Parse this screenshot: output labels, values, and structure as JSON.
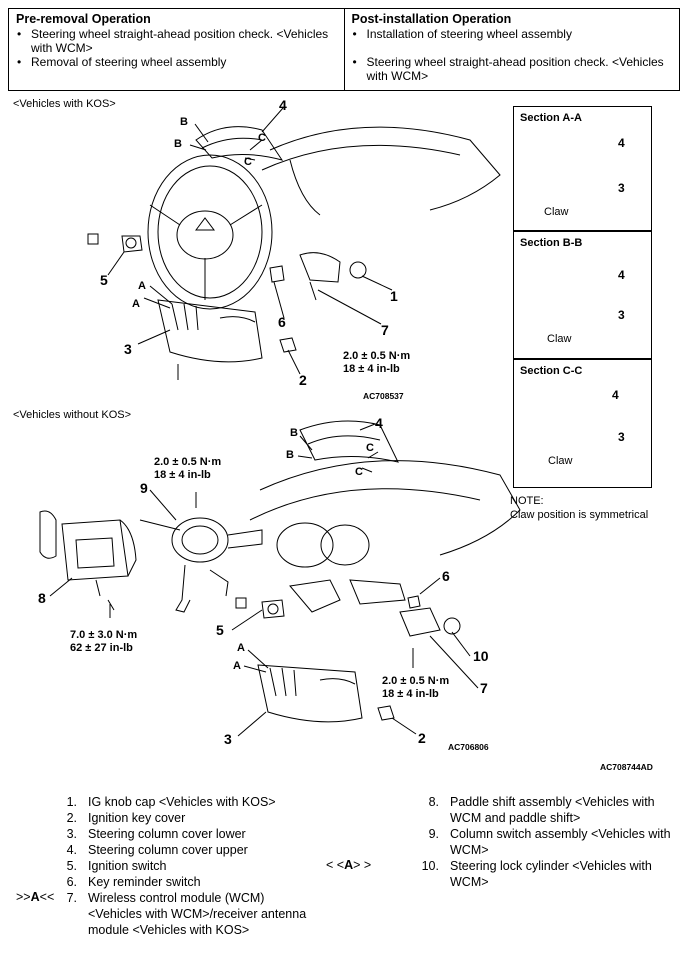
{
  "pre_removal": {
    "title": "Pre-removal Operation",
    "items": [
      "Steering wheel straight-ahead position check. <Vehicles with WCM>",
      "Removal of steering wheel assembly"
    ]
  },
  "post_installation": {
    "title": "Post-installation Operation",
    "items": [
      "Installation of steering wheel assembly",
      "Steering wheel straight-ahead position check. <Vehicles with WCM>"
    ]
  },
  "diagram_kos": {
    "label": "<Vehicles with KOS>",
    "callouts": [
      "4",
      "5",
      "1",
      "6",
      "7",
      "3",
      "2"
    ],
    "letters": [
      "B",
      "B",
      "C",
      "C",
      "A",
      "A"
    ],
    "torque": [
      "2.0 ± 0.5 N·m",
      "18 ± 4 in-lb"
    ],
    "code": "AC708537"
  },
  "diagram_no_kos": {
    "label": "<Vehicles without KOS>",
    "callouts": [
      "4",
      "9",
      "8",
      "6",
      "5",
      "10",
      "7",
      "3",
      "2"
    ],
    "letters": [
      "B",
      "B",
      "C",
      "C",
      "A",
      "A"
    ],
    "torque_top": [
      "2.0 ± 0.5 N·m",
      "18 ± 4 in-lb"
    ],
    "torque_left": [
      "7.0 ± 3.0 N·m",
      "62 ± 27 in-lb"
    ],
    "torque_right": [
      "2.0 ± 0.5 N·m",
      "18 ± 4 in-lb"
    ],
    "code": "AC706806"
  },
  "sections": [
    {
      "title": "Section A-A",
      "claw": "Claw",
      "upper": "4",
      "lower": "3"
    },
    {
      "title": "Section B-B",
      "claw": "Claw",
      "upper": "4",
      "lower": "3"
    },
    {
      "title": "Section C-C",
      "claw": "Claw",
      "upper": "4",
      "lower": "3"
    }
  ],
  "note": {
    "title": "NOTE:",
    "text": "Claw position is symmetrical"
  },
  "figure_code": "AC708744AD",
  "legend_left": [
    {
      "n": "1.",
      "t": "IG knob cap <Vehicles with KOS>"
    },
    {
      "n": "2.",
      "t": "Ignition key cover"
    },
    {
      "n": "3.",
      "t": "Steering column cover lower"
    },
    {
      "n": "4.",
      "t": "Steering column cover upper"
    },
    {
      "n": "5.",
      "t": "Ignition switch"
    },
    {
      "n": "6.",
      "t": "Key reminder switch"
    },
    {
      "n": "7.",
      "t": "Wireless control module (WCM) <Vehicles with WCM>/receiver antenna module <Vehicles with KOS>"
    }
  ],
  "legend_right": [
    {
      "n": "8.",
      "t": "Paddle shift assembly <Vehicles with WCM and paddle shift>"
    },
    {
      "n": "9.",
      "t": "Column switch assembly <Vehicles with WCM>"
    },
    {
      "n": "10.",
      "t": "Steering lock cylinder <Vehicles with WCM>"
    }
  ],
  "marks": {
    "item7": {
      "open": ">>",
      "letter": "A",
      "close": "<<"
    },
    "middle": {
      "open": "< <",
      "letter": "A",
      "close": "> >"
    }
  }
}
